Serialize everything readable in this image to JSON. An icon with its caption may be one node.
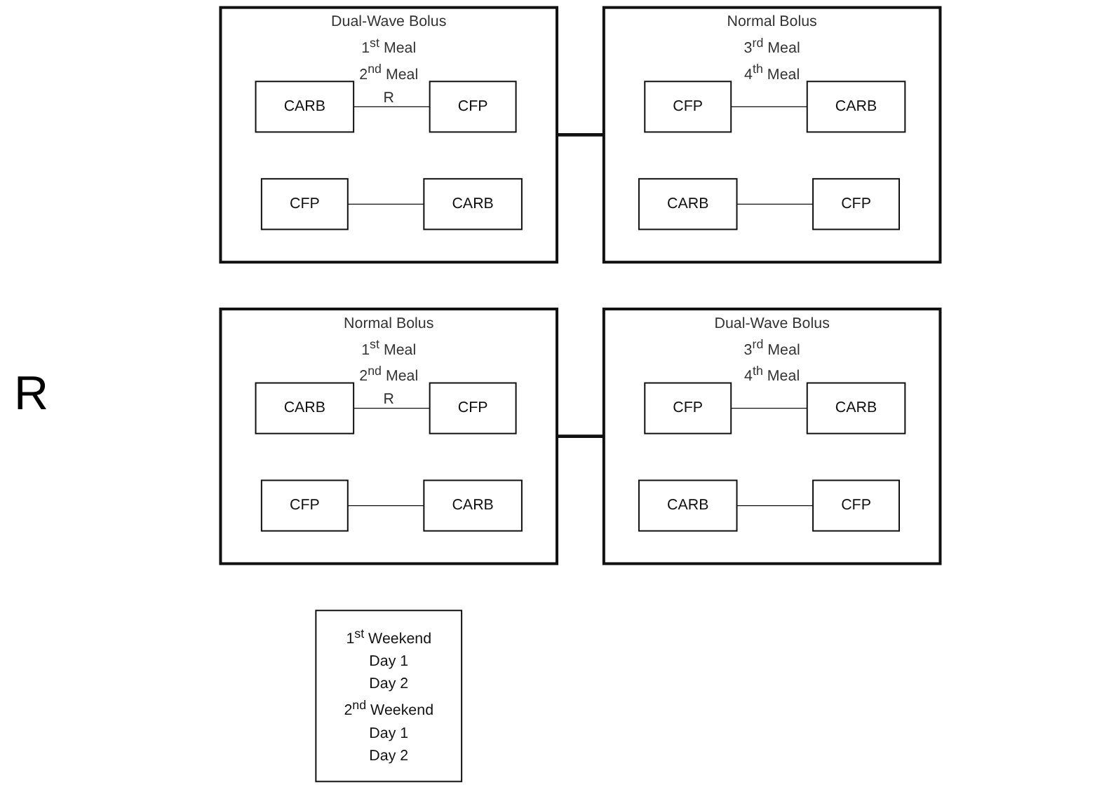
{
  "diagram": {
    "nodes": [
      {
        "text": [
          "1$^{st}$ Weekend",
          "Day 1",
          "Day 2",
          "2$^{nd}$ Weekend",
          "Day 1",
          "Day 2"
        ]
      },
      {
        "text": [
          "Normal Bolus",
          "1$^{st}$ Meal",
          "2$^{nd}$ Meal",
          "R"
        ]
      },
      {
        "text": [
          "CARB"
        ],
        "in": 1
      },
      {
        "text": [
          "CARB"
        ],
        "in": 1
      },
      {
        "text": [
          "CFP"
        ],
        "in": 1
      },
      {
        "text": [
          "CFP"
        ],
        "in": 1
      },
      {
        "text": [
          "Normal Bolus",
          "3$^{rd}$ Meal",
          "4$^{th}$ Meal"
        ]
      },
      {
        "text": [
          "CFP"
        ],
        "in": 6
      },
      {
        "text": [
          "CFP"
        ],
        "in": 6
      },
      {
        "text": [
          "CARB"
        ],
        "in": 6
      },
      {
        "text": [
          "CARB"
        ],
        "in": 6
      },
      {
        "text": [
          "Dual-Wave Bolus",
          "1$^{st}$ Meal",
          "2$^{nd}$ Meal",
          "R"
        ]
      },
      {
        "text": [
          "CARB"
        ],
        "in": 11
      },
      {
        "text": [
          "CARB"
        ],
        "in": 11
      },
      {
        "text": [
          "CFP"
        ],
        "in": 11
      },
      {
        "text": [
          "CFP"
        ],
        "in": 11
      },
      {
        "text": [
          "Dual-Wave Bolus",
          "3$^{rd}$ Meal",
          "4$^{th}$ Meal"
        ]
      },
      {
        "text": [
          "CFP"
        ],
        "in": 16
      },
      {
        "text": [
          "CFP"
        ],
        "in": 16
      },
      {
        "text": [
          "CARB"
        ],
        "in": 16
      },
      {
        "text": [
          "CARB"
        ],
        "in": 16
      }
    ],
    "edges": [
      {
        "from": 2,
        "to": 5,
        "arrow": "none"
      },
      {
        "from": 4,
        "to": 3,
        "arrow": "none"
      },
      {
        "from": 7,
        "to": 10,
        "arrow": "none"
      },
      {
        "from": 9,
        "to": 8,
        "arrow": "none"
      },
      {
        "from": 12,
        "to": 15,
        "arrow": "none"
      },
      {
        "from": 14,
        "to": 13,
        "arrow": "none"
      },
      {
        "from": 17,
        "to": 20,
        "arrow": "none"
      },
      {
        "from": 19,
        "to": 18,
        "arrow": "none"
      },
      {
        "from": 1,
        "to": 16,
        "arrow": "none",
        "style": "thick"
      },
      {
        "from": 11,
        "to": 6,
        "arrow": "none",
        "style": "thick"
      }
    ],
    "labels": [
      "R"
    ]
  }
}
